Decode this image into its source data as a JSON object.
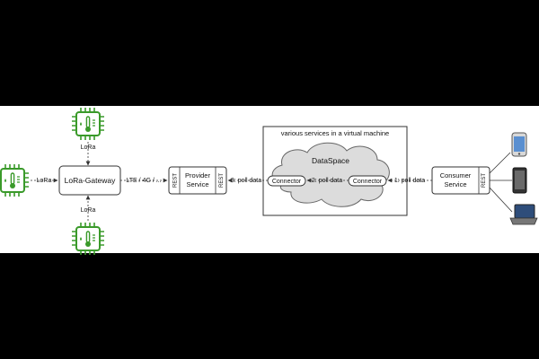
{
  "diagram": {
    "vm_label": "various services in a virtual machine",
    "cloud_label": "DataSpace",
    "gateway_label": "LoRa-Gateway",
    "provider_label_line1": "Provider",
    "provider_label_line2": "Service",
    "consumer_label_line1": "Consumer",
    "consumer_label_line2": "Service",
    "rest_label": "REST",
    "connector_left": "Connector",
    "connector_right": "Connector",
    "lora_top": "LoRa",
    "lora_left": "LoRa",
    "lora_bottom": "LoRa",
    "uplink_label": "LTE / 4G / ...",
    "poll_3": "3: poll data",
    "poll_2": "2: poll data",
    "poll_1": "1: poll data"
  },
  "colors": {
    "background": "#000000",
    "canvas": "#ffffff",
    "sensor_green": "#3a9a2a",
    "cloud_fill": "#dcdcdc",
    "line": "#333333"
  },
  "icons": {
    "sensor": "temperature-humidity-sensor-chip-icon",
    "phone": "smartphone-icon",
    "tablet": "tablet-icon",
    "laptop": "laptop-icon"
  }
}
